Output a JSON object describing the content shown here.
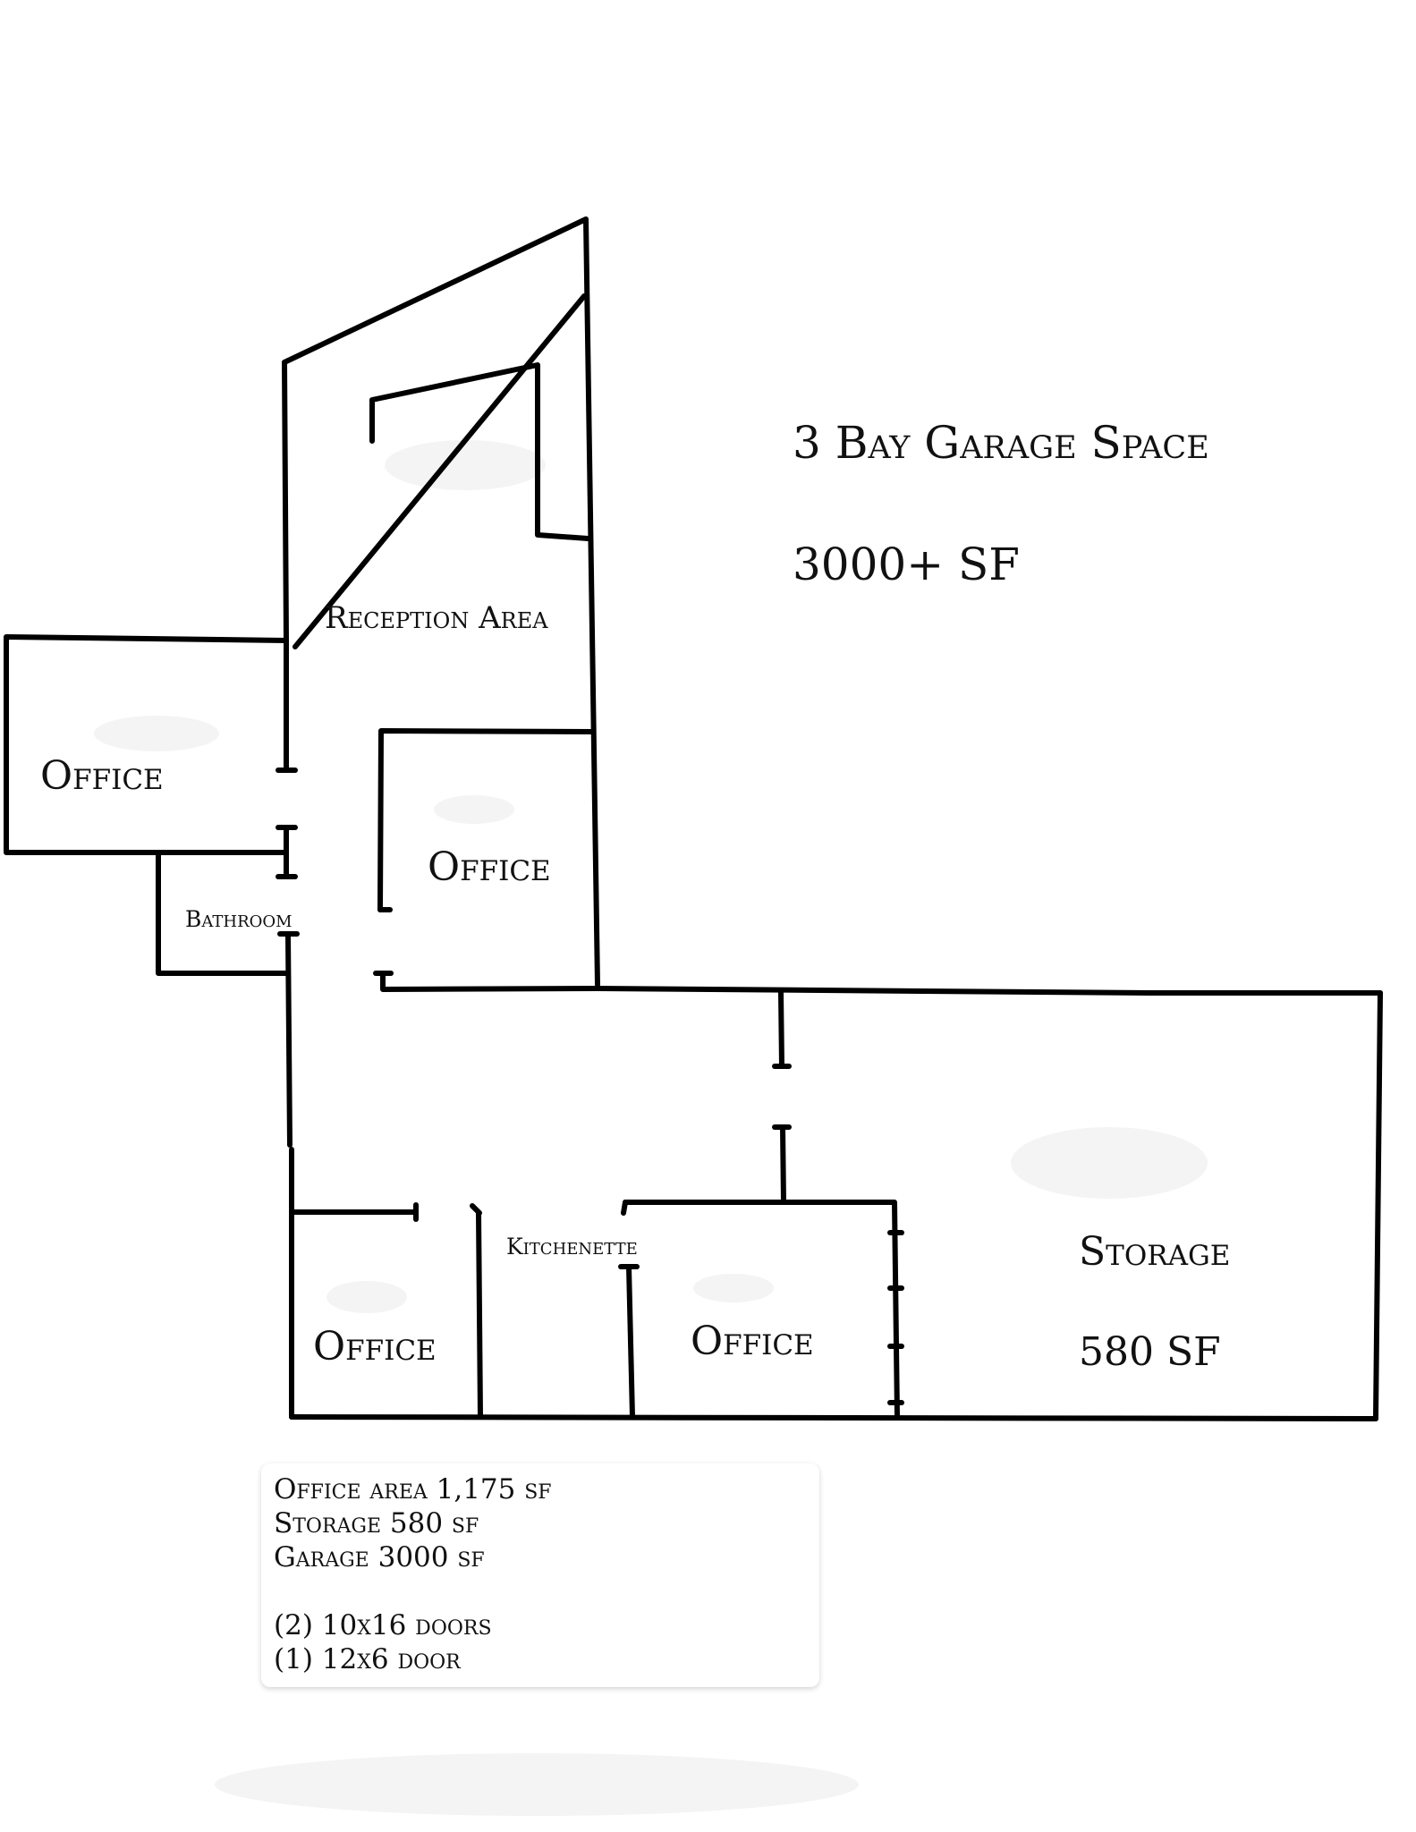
{
  "garage": {
    "title": "3 Bay Garage Space",
    "area": "3000+ SF"
  },
  "rooms": {
    "reception": "Reception Area",
    "office_left": "Office",
    "office_center": "Office",
    "bathroom": "Bathroom",
    "kitchenette": "Kitchenette",
    "office_bottom_left": "Office",
    "office_bottom_center": "Office",
    "storage": "Storage",
    "storage_area": "580 SF"
  },
  "legend": {
    "lines": [
      "Office area 1,175 sf",
      "Storage 580 sf",
      "Garage  3000 sf"
    ],
    "doors": [
      "(2) 10x16 doors",
      "(1) 12x6 door"
    ]
  }
}
